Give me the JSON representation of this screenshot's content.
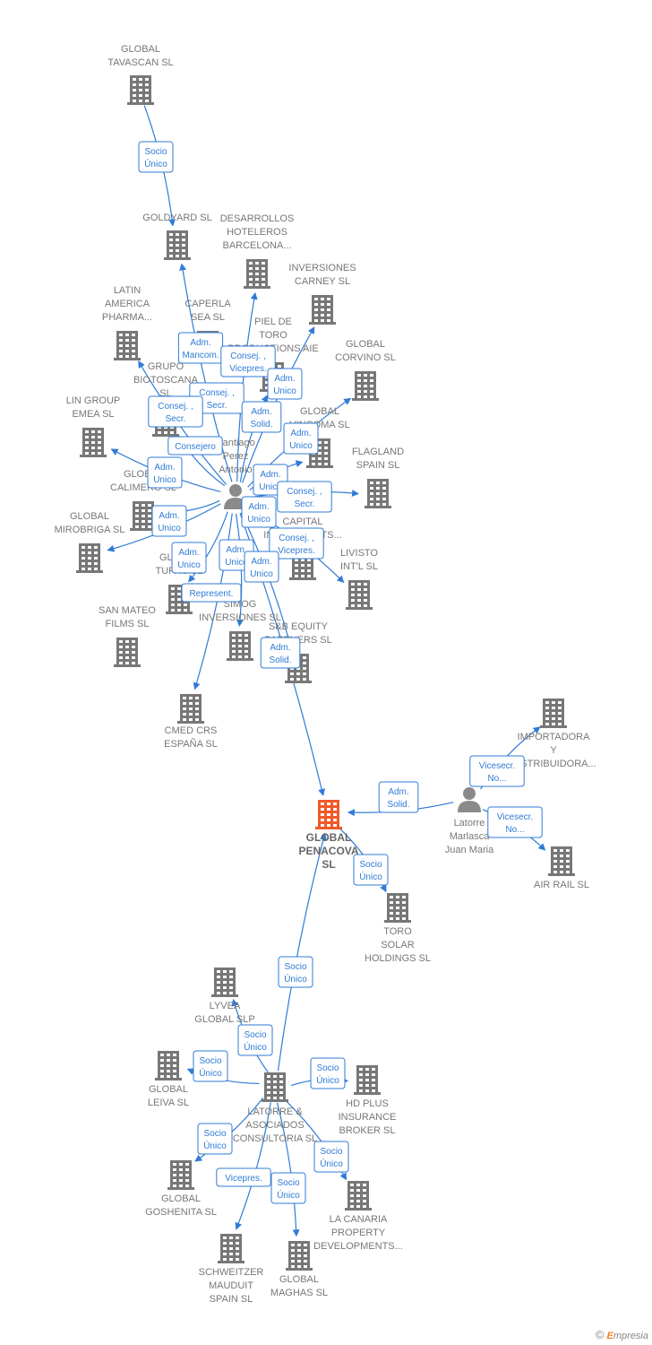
{
  "colors": {
    "company": "#777777",
    "main": "#f05a28",
    "person": "#8a8a8a",
    "edge": "#2f7bd6"
  },
  "nodes": [
    {
      "id": "tavascan",
      "type": "company",
      "label": [
        "GLOBAL",
        "TAVASCAN  SL"
      ]
    },
    {
      "id": "goldyard",
      "type": "company",
      "label": [
        "GOLDYARD SL"
      ]
    },
    {
      "id": "desarrollos",
      "type": "company",
      "label": [
        "DESARROLLOS",
        "HOTELEROS",
        "BARCELONA..."
      ]
    },
    {
      "id": "carney",
      "type": "company",
      "label": [
        "INVERSIONES",
        "CARNEY SL"
      ]
    },
    {
      "id": "latin",
      "type": "company",
      "label": [
        "LATIN",
        "AMERICA",
        "PHARMA..."
      ]
    },
    {
      "id": "caperla",
      "type": "company",
      "label": [
        "CAPERLA",
        "SEA SL"
      ]
    },
    {
      "id": "pieldetoro",
      "type": "company",
      "label": [
        "PIEL DE",
        "TORO",
        "PRODUCTIONS AIE"
      ]
    },
    {
      "id": "corvino",
      "type": "company",
      "label": [
        "GLOBAL",
        "CORVINO SL"
      ]
    },
    {
      "id": "biotoscana",
      "type": "company",
      "label": [
        "GRUPO",
        "BIOTOSCANA",
        "SL"
      ]
    },
    {
      "id": "lingroup",
      "type": "company",
      "label": [
        "LIN GROUP",
        "EMEA  SL"
      ]
    },
    {
      "id": "vincoma",
      "type": "company",
      "label": [
        "GLOBAL",
        "VINCOMA SL"
      ]
    },
    {
      "id": "flagland",
      "type": "company",
      "label": [
        "FLAGLAND",
        "SPAIN SL"
      ]
    },
    {
      "id": "calimero",
      "type": "company",
      "label": [
        "GLOBAL",
        "CALIMERO SL"
      ]
    },
    {
      "id": "santiago",
      "type": "person",
      "label": [
        "Santiago",
        "Perez",
        "Antonio"
      ]
    },
    {
      "id": "mirobriga",
      "type": "company",
      "label": [
        "GLOBAL",
        "MIROBRIGA SL"
      ]
    },
    {
      "id": "capital",
      "type": "company",
      "label": [
        "CAPITAL",
        "INVESTMENTS..."
      ]
    },
    {
      "id": "livisto",
      "type": "company",
      "label": [
        "LIVISTO",
        "INT'L  SL"
      ]
    },
    {
      "id": "tupac",
      "type": "company",
      "label": [
        "GLOBAL",
        "TUPAC SL"
      ]
    },
    {
      "id": "sanmateo",
      "type": "company",
      "label": [
        "SAN MATEO",
        "FILMS SL"
      ]
    },
    {
      "id": "simog",
      "type": "company",
      "label": [
        "SIMOG",
        "INVERSIONES SL"
      ]
    },
    {
      "id": "sbequity",
      "type": "company",
      "label": [
        "S&B EQUITY",
        "PARTNERS  SL"
      ]
    },
    {
      "id": "cmed",
      "type": "company",
      "label": [
        "CMED CRS",
        "ESPAÑA  SL"
      ]
    },
    {
      "id": "importadora",
      "type": "company",
      "label": [
        "IMPORTADORA",
        "Y",
        "DISTRIBUIDORA..."
      ]
    },
    {
      "id": "penacova",
      "type": "main",
      "label": [
        "GLOBAL",
        "PENACOVA",
        "SL"
      ]
    },
    {
      "id": "latorre",
      "type": "person",
      "label": [
        "Latorre",
        "Marlasca",
        "Juan Maria"
      ]
    },
    {
      "id": "airrail",
      "type": "company",
      "label": [
        "AIR RAIL SL"
      ]
    },
    {
      "id": "torosolar",
      "type": "company",
      "label": [
        "TORO",
        "SOLAR",
        "HOLDINGS  SL"
      ]
    },
    {
      "id": "lyvea",
      "type": "company",
      "label": [
        "LYVEA",
        "GLOBAL  SLP"
      ]
    },
    {
      "id": "leiva",
      "type": "company",
      "label": [
        "GLOBAL",
        "LEIVA  SL"
      ]
    },
    {
      "id": "latorreasoc",
      "type": "company",
      "label": [
        "LATORRE &",
        "ASOCIADOS",
        "CONSULTORIA SL"
      ]
    },
    {
      "id": "hdplus",
      "type": "company",
      "label": [
        "HD PLUS",
        "INSURANCE",
        "BROKER  SL"
      ]
    },
    {
      "id": "goshenita",
      "type": "company",
      "label": [
        "GLOBAL",
        "GOSHENITA SL"
      ]
    },
    {
      "id": "lacanaria",
      "type": "company",
      "label": [
        "LA CANARIA",
        "PROPERTY",
        "DEVELOPMENTS..."
      ]
    },
    {
      "id": "schweitzer",
      "type": "company",
      "label": [
        "SCHWEITZER",
        "MAUDUIT",
        "SPAIN SL"
      ]
    },
    {
      "id": "maghas",
      "type": "company",
      "label": [
        "GLOBAL",
        "MAGHAS  SL"
      ]
    }
  ],
  "edges": [
    {
      "from": "tavascan",
      "to": "goldyard",
      "label": [
        "Socio",
        "Único"
      ]
    },
    {
      "from": "santiago",
      "to": "goldyard",
      "label": [
        "Adm.",
        "Mancom."
      ]
    },
    {
      "from": "santiago",
      "to": "desarrollos",
      "label": [
        "Consej. ,",
        "Vicepres."
      ]
    },
    {
      "from": "santiago",
      "to": "carney",
      "label": [
        "Adm.",
        "Unico"
      ]
    },
    {
      "from": "santiago",
      "to": "biotoscana",
      "label": [
        "Consej. ,",
        "Secr."
      ]
    },
    {
      "from": "santiago",
      "to": "latin",
      "label": [
        "Consej. ,",
        "Secr."
      ]
    },
    {
      "from": "santiago",
      "to": "vincoma",
      "label": [
        "Adm.",
        "Solid."
      ]
    },
    {
      "from": "santiago",
      "to": "corvino",
      "label": [
        "Adm.",
        "Unico"
      ]
    },
    {
      "from": "santiago",
      "to": "lingroup",
      "label": [
        "Consejero"
      ]
    },
    {
      "from": "santiago",
      "to": "calimero",
      "label": [
        "Adm.",
        "Unico"
      ]
    },
    {
      "from": "santiago",
      "to": "pieldetoro",
      "label": [
        "Adm.",
        "Unico"
      ]
    },
    {
      "from": "santiago",
      "to": "flagland",
      "label": [
        "Consej. ,",
        "Secr."
      ]
    },
    {
      "from": "santiago",
      "to": "mirobriga",
      "label": [
        "Adm.",
        "Unico"
      ]
    },
    {
      "from": "santiago",
      "to": "tupac",
      "label": [
        "Adm.",
        "Unico"
      ]
    },
    {
      "from": "santiago",
      "to": "capital",
      "label": [
        "Consej. ,",
        "Vicepres."
      ]
    },
    {
      "from": "santiago",
      "to": "livisto",
      "label": [
        "Adm.",
        "Unico"
      ]
    },
    {
      "from": "santiago",
      "to": "simog",
      "label": [
        "Adm.",
        "Unico"
      ]
    },
    {
      "from": "santiago",
      "to": "sbequity",
      "label": [
        "Adm.",
        "Unico"
      ]
    },
    {
      "from": "santiago",
      "to": "cmed",
      "label": [
        "Represent."
      ]
    },
    {
      "from": "santiago",
      "to": "penacova",
      "label": [
        "Adm.",
        "Solid."
      ]
    },
    {
      "from": "latorre",
      "to": "penacova",
      "label": [
        "Adm.",
        "Solid."
      ]
    },
    {
      "from": "latorre",
      "to": "importadora",
      "label": [
        "Vicesecr.",
        "No..."
      ]
    },
    {
      "from": "latorre",
      "to": "airrail",
      "label": [
        "Vicesecr.",
        "No..."
      ]
    },
    {
      "from": "penacova",
      "to": "torosolar",
      "label": [
        "Socio",
        "Único"
      ]
    },
    {
      "from": "latorreasoc",
      "to": "penacova",
      "label": [
        "Socio",
        "Único"
      ]
    },
    {
      "from": "latorreasoc",
      "to": "lyvea",
      "label": [
        "Socio",
        "Único"
      ]
    },
    {
      "from": "latorreasoc",
      "to": "leiva",
      "label": [
        "Socio",
        "Único"
      ]
    },
    {
      "from": "latorreasoc",
      "to": "hdplus",
      "label": [
        "Socio",
        "Único"
      ]
    },
    {
      "from": "latorreasoc",
      "to": "goshenita",
      "label": [
        "Socio",
        "Único"
      ]
    },
    {
      "from": "latorreasoc",
      "to": "lacanaria",
      "label": [
        "Socio",
        "Único"
      ]
    },
    {
      "from": "latorreasoc",
      "to": "schweitzer",
      "label": [
        "Vicepres."
      ]
    },
    {
      "from": "latorreasoc",
      "to": "maghas",
      "label": [
        "Socio",
        "Único"
      ]
    }
  ],
  "watermark": {
    "symbol": "©",
    "brand_initial": "E",
    "brand_rest": "mpresia"
  }
}
